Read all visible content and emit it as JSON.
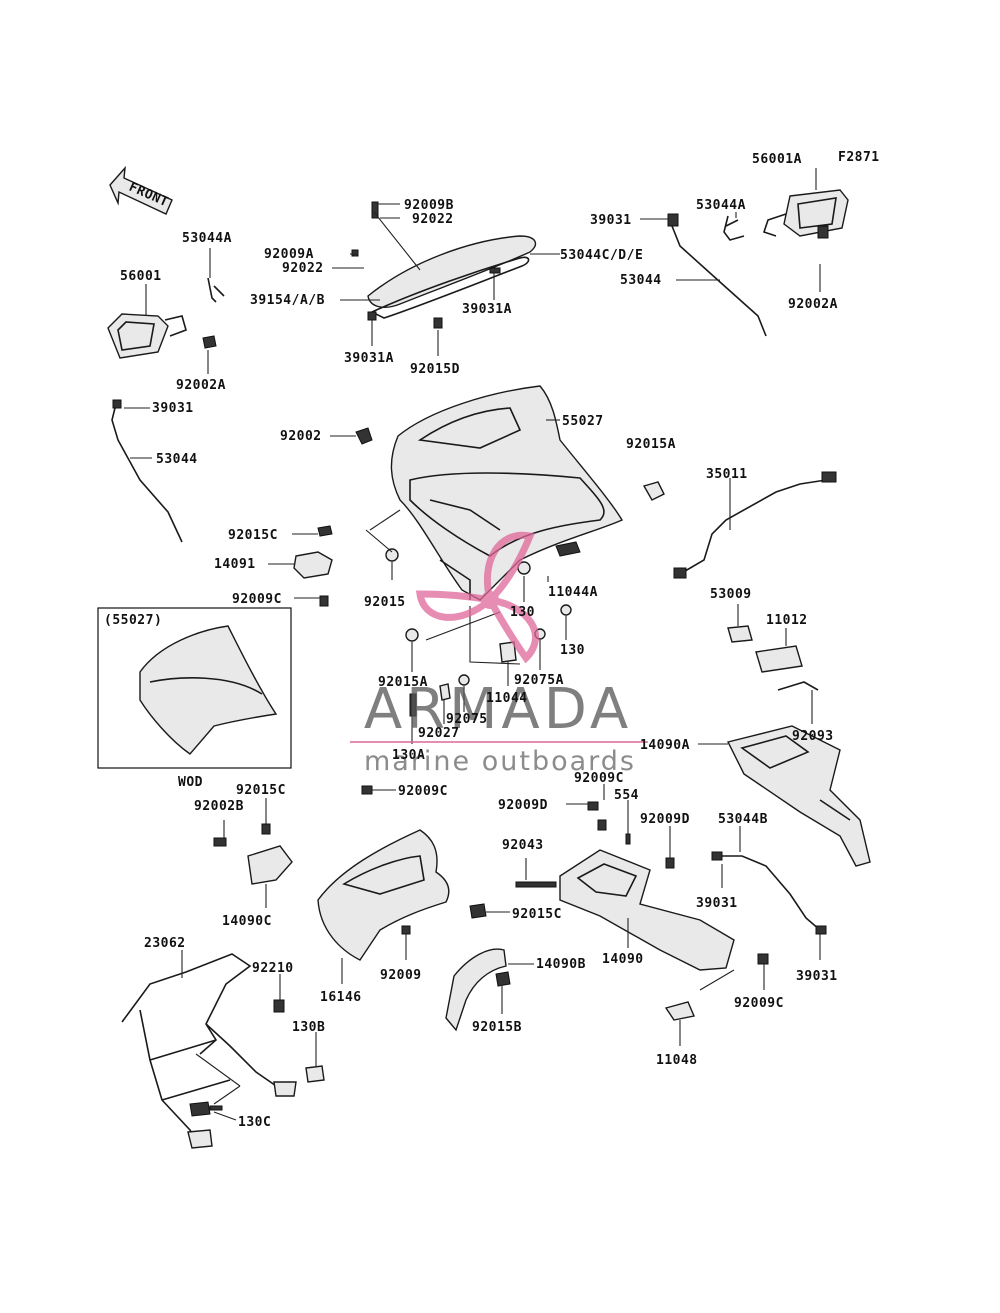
{
  "figure_code": "F2871",
  "front_label": "FRONT",
  "inset": {
    "title": "(55027)",
    "caption": "WOD"
  },
  "watermark": {
    "brand": "ARMADA",
    "tagline": "marine outboards",
    "color": "#e0689a"
  },
  "labels": [
    "56001A",
    "F2871",
    "92009B",
    "92022",
    "39031",
    "53044A",
    "53044A",
    "92009A",
    "92022",
    "53044C/D/E",
    "53044",
    "56001",
    "39154/A/B",
    "92002A",
    "39031A",
    "39031A",
    "92015D",
    "92002A",
    "39031",
    "55027",
    "92002",
    "92015A",
    "53044",
    "35011",
    "92015C",
    "14091",
    "92015",
    "92009C",
    "130",
    "11044A",
    "53009",
    "11012",
    "130",
    "92015A",
    "92075A",
    "11044",
    "92093",
    "92075",
    "92027",
    "130A",
    "14090A",
    "92009C",
    "554",
    "92002B",
    "92015C",
    "92009C",
    "92009D",
    "92009D",
    "53044B",
    "92043",
    "39031",
    "14090C",
    "92015C",
    "14090",
    "23062",
    "92210",
    "92009",
    "14090B",
    "39031",
    "16146",
    "130B",
    "92015B",
    "92009C",
    "11048",
    "130C"
  ]
}
